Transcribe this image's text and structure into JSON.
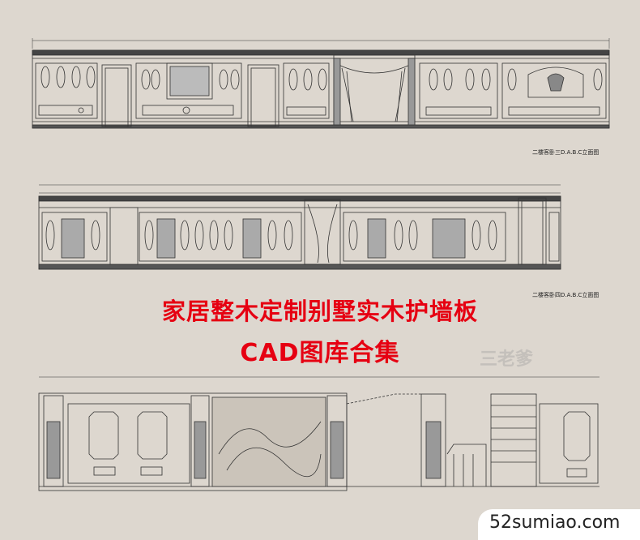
{
  "drawing_labels": {
    "elevation_top": "二楼客卧三D.A.B.C立面图",
    "elevation_middle": "二楼客卧四D.A.B.C立面图"
  },
  "title": {
    "line1": "家居整木定制别墅实木护墙板",
    "line2": "CAD图库合集"
  },
  "watermark_text": "三老爹",
  "site_url": "52sumiao.com",
  "colors": {
    "background": "#ddd7cf",
    "line": "#333333",
    "headline": "#e60012"
  }
}
